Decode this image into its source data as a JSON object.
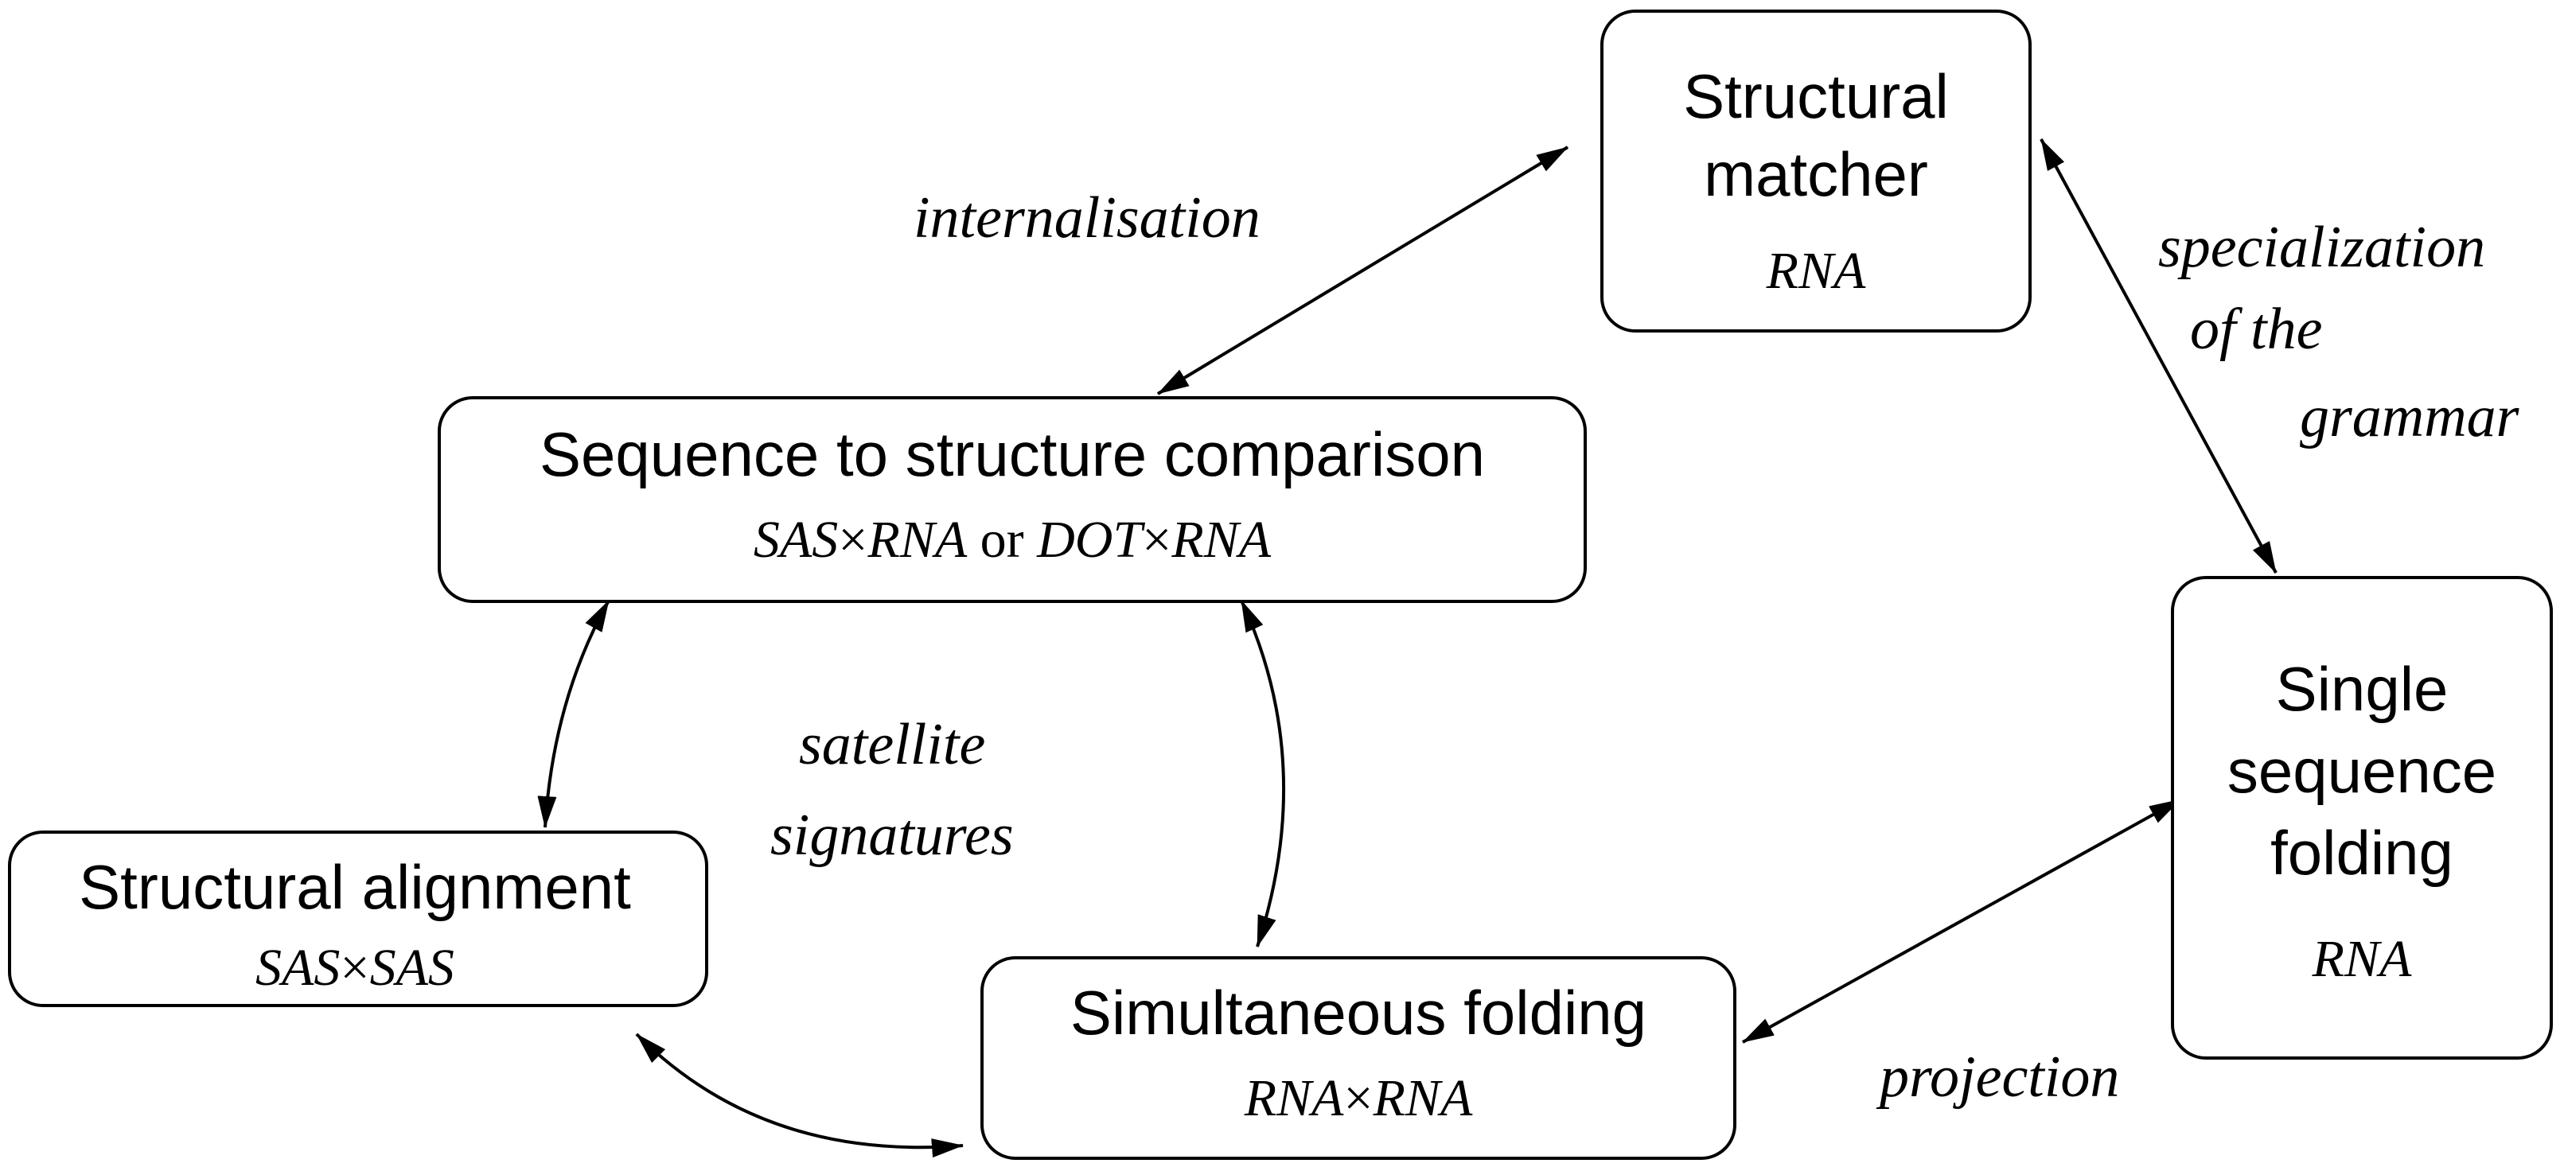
{
  "nodes": {
    "structural_matcher": {
      "title_line1": "Structural",
      "title_line2": "matcher",
      "subtitle": "RNA"
    },
    "sequence_to_structure": {
      "title": "Sequence to structure comparison",
      "sub_part1": "SAS",
      "sub_times1": "×",
      "sub_part2": "RNA",
      "sub_or": " or ",
      "sub_part3": "DOT",
      "sub_times2": "×",
      "sub_part4": "RNA"
    },
    "single_sequence_folding": {
      "title_line1": "Single",
      "title_line2": "sequence",
      "title_line3": "folding",
      "subtitle": "RNA"
    },
    "structural_alignment": {
      "title": "Structural alignment",
      "sub_part1": "SAS",
      "sub_times": "×",
      "sub_part2": "SAS"
    },
    "simultaneous_folding": {
      "title": "Simultaneous folding",
      "sub_part1": "RNA",
      "sub_times": "×",
      "sub_part2": "RNA"
    }
  },
  "edge_labels": {
    "internalisation": "internalisation",
    "specialization_line1": "specialization",
    "specialization_line2": "of the",
    "specialization_line3": "grammar",
    "satellite_line1": "satellite",
    "satellite_line2": "signatures",
    "projection": "projection"
  },
  "colors": {
    "stroke": "#000000",
    "background": "#ffffff"
  }
}
